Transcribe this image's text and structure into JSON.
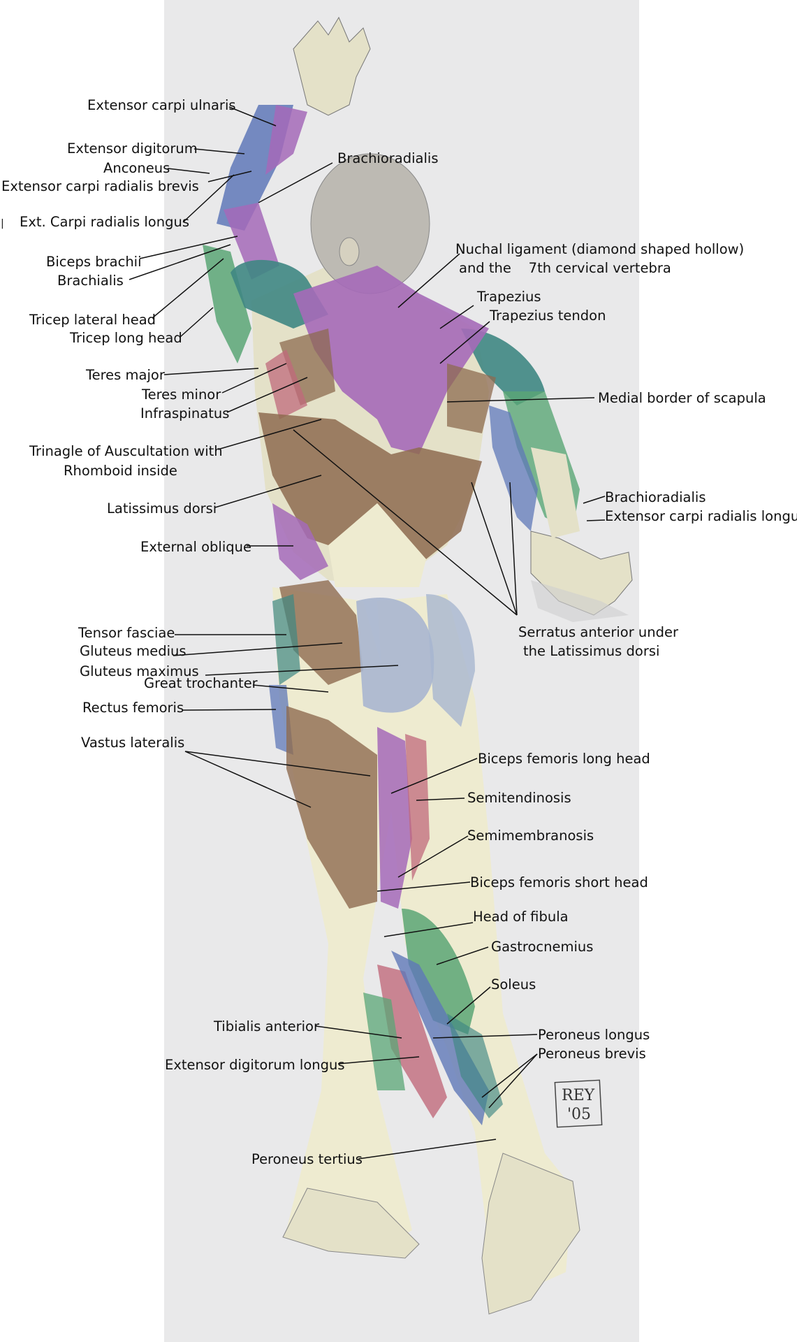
{
  "title": "",
  "labels": {
    "extensor_carpi_ulnaris": "Extensor carpi ulnaris",
    "extensor_digitorum": "Extensor digitorum",
    "anconeus": "Anconeus",
    "ext_carpi_rad_brevis": "Extensor carpi radialis brevis",
    "ext_carpi_rad_longus_left": "Ext. Carpi radialis longus",
    "brachioradialis_top": "Brachioradialis",
    "biceps_brachii": "Biceps brachii",
    "brachialis": "Brachialis",
    "nuchal_1": "Nuchal ligament (diamond shaped hollow)",
    "nuchal_2": "and the    7th cervical vertebra",
    "trapezius": "Trapezius",
    "trapezius_tendon": "Trapezius tendon",
    "tricep_lateral": "Tricep lateral head",
    "tricep_long": "Tricep long head",
    "teres_major": "Teres major",
    "teres_minor": "Teres minor",
    "infraspinatus": "Infraspinatus",
    "medial_border": "Medial border of scapula",
    "auscultation_1": "Trinagle of Auscultation with",
    "auscultation_2": "Rhomboid inside",
    "latissimus": "Latissimus dorsi",
    "brachioradialis_right": "Brachioradialis",
    "ext_carpi_rad_longus_right": "Extensor carpi radialis longus",
    "external_oblique": "External oblique",
    "tensor_fasciae": "Tensor fasciae",
    "gluteus_medius": "Gluteus medius",
    "gluteus_maximus": "Gluteus maximus",
    "great_trochanter": "Great trochanter",
    "serratus_1": "Serratus anterior under",
    "serratus_2": "the Latissimus dorsi",
    "rectus_femoris": "Rectus femoris",
    "vastus_lateralis": "Vastus lateralis",
    "biceps_fem_long": "Biceps femoris long head",
    "semitendinosis": "Semitendinosis",
    "semimembranosis": "Semimembranosis",
    "biceps_fem_short": "Biceps femoris short head",
    "head_of_fibula": "Head of fibula",
    "gastrocnemius": "Gastrocnemius",
    "soleus": "Soleus",
    "tibialis_anterior": "Tibialis anterior",
    "peroneus_longus": "Peroneus longus",
    "peroneus_brevis": "Peroneus brevis",
    "ext_digitorum_longus": "Extensor digitorum longus",
    "peroneus_tertius": "Peroneus tertius",
    "left_margin_mark": "|"
  },
  "signature": {
    "line1": "REY",
    "line2": "'05"
  },
  "colors": {
    "paper": "#e9e9ea",
    "skin": "#e4e1c8",
    "skin_pale": "#eeebd0",
    "head": "#bdbab3",
    "purple": "#a56ab8",
    "teal": "#3f8783",
    "blue": "#5f78b8",
    "brown": "#8e6b50",
    "green": "#5aa676",
    "pale_blue": "#a8b6cf",
    "red": "#c06a7c",
    "tendon": "#ede7b3"
  }
}
